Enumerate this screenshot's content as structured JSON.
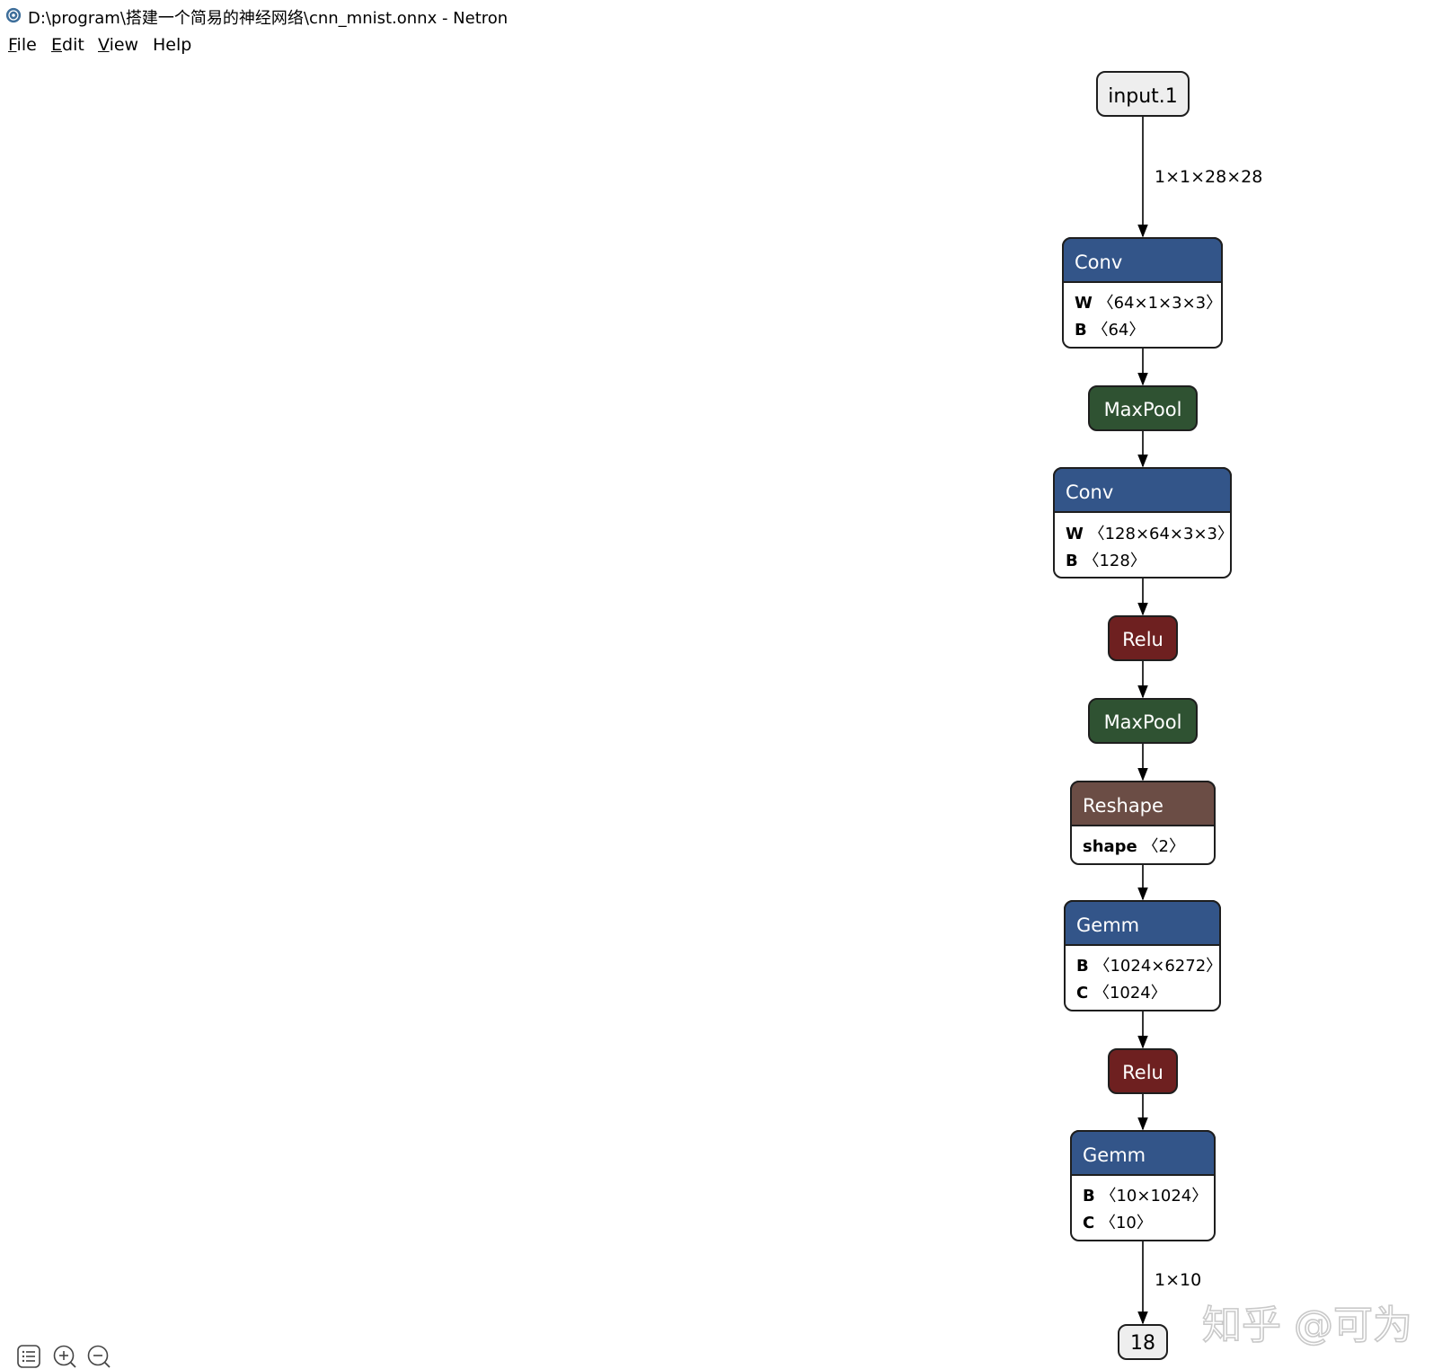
{
  "window": {
    "title": "D:\\program\\搭建一个简易的神经网络\\cnn_mnist.onnx - Netron"
  },
  "menu": [
    {
      "acc": "F",
      "rest": "ile"
    },
    {
      "acc": "E",
      "rest": "dit"
    },
    {
      "acc": "V",
      "rest": "iew"
    },
    {
      "acc": "",
      "rest": "Help"
    }
  ],
  "graph": {
    "input": "input.1",
    "input_shape": "1×1×28×28",
    "nodes": [
      {
        "op": "Conv",
        "color": "#335589",
        "attrs": [
          {
            "k": "W",
            "v": "〈64×1×3×3〉"
          },
          {
            "k": "B",
            "v": "〈64〉"
          }
        ]
      },
      {
        "op": "MaxPool",
        "color": "#2f5232",
        "attrs": []
      },
      {
        "op": "Conv",
        "color": "#335589",
        "attrs": [
          {
            "k": "W",
            "v": "〈128×64×3×3〉"
          },
          {
            "k": "B",
            "v": "〈128〉"
          }
        ]
      },
      {
        "op": "Relu",
        "color": "#6e2020",
        "attrs": []
      },
      {
        "op": "MaxPool",
        "color": "#2f5232",
        "attrs": []
      },
      {
        "op": "Reshape",
        "color": "#6b4d45",
        "attrs": [
          {
            "k": "shape",
            "v": "〈2〉"
          }
        ]
      },
      {
        "op": "Gemm",
        "color": "#335589",
        "attrs": [
          {
            "k": "B",
            "v": "〈1024×6272〉"
          },
          {
            "k": "C",
            "v": "〈1024〉"
          }
        ]
      },
      {
        "op": "Relu",
        "color": "#6e2020",
        "attrs": []
      },
      {
        "op": "Gemm",
        "color": "#335589",
        "attrs": [
          {
            "k": "B",
            "v": "〈10×1024〉"
          },
          {
            "k": "C",
            "v": "〈10〉"
          }
        ]
      }
    ],
    "output_shape": "1×10",
    "output": "18"
  },
  "watermark": "知乎 @可为",
  "toolbar_icons": [
    "list-icon",
    "zoom-in-icon",
    "zoom-out-icon"
  ]
}
